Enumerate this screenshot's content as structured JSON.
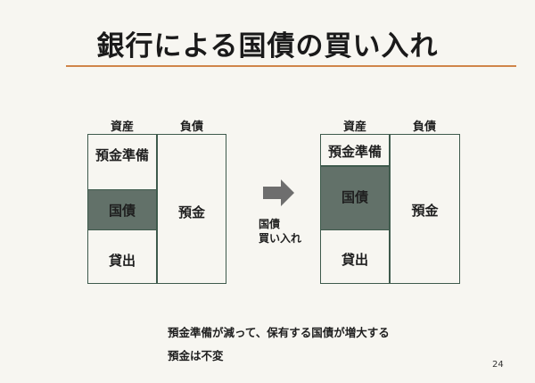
{
  "slide": {
    "title": "銀行による国債の買い入れ",
    "page_number": "24"
  },
  "left_sheet": {
    "assets_header": "資産",
    "liabilities_header": "負債",
    "reserves": "預金準備",
    "bonds": "国債",
    "loans": "貸出",
    "deposits": "預金"
  },
  "operation": {
    "line1": "国債",
    "line2": "買い入れ"
  },
  "right_sheet": {
    "assets_header": "資産",
    "liabilities_header": "負債",
    "reserves": "預金準備",
    "bonds": "国債",
    "loans": "貸出",
    "deposits": "預金"
  },
  "notes": {
    "line1": "預金準備が減って、保有する国債が増大する",
    "line2": "預金は不変"
  },
  "colors": {
    "title_rule": "#d0854a",
    "bond_fill": "#627169",
    "border": "#3e5a4c",
    "arrow": "#6e6e6e"
  }
}
